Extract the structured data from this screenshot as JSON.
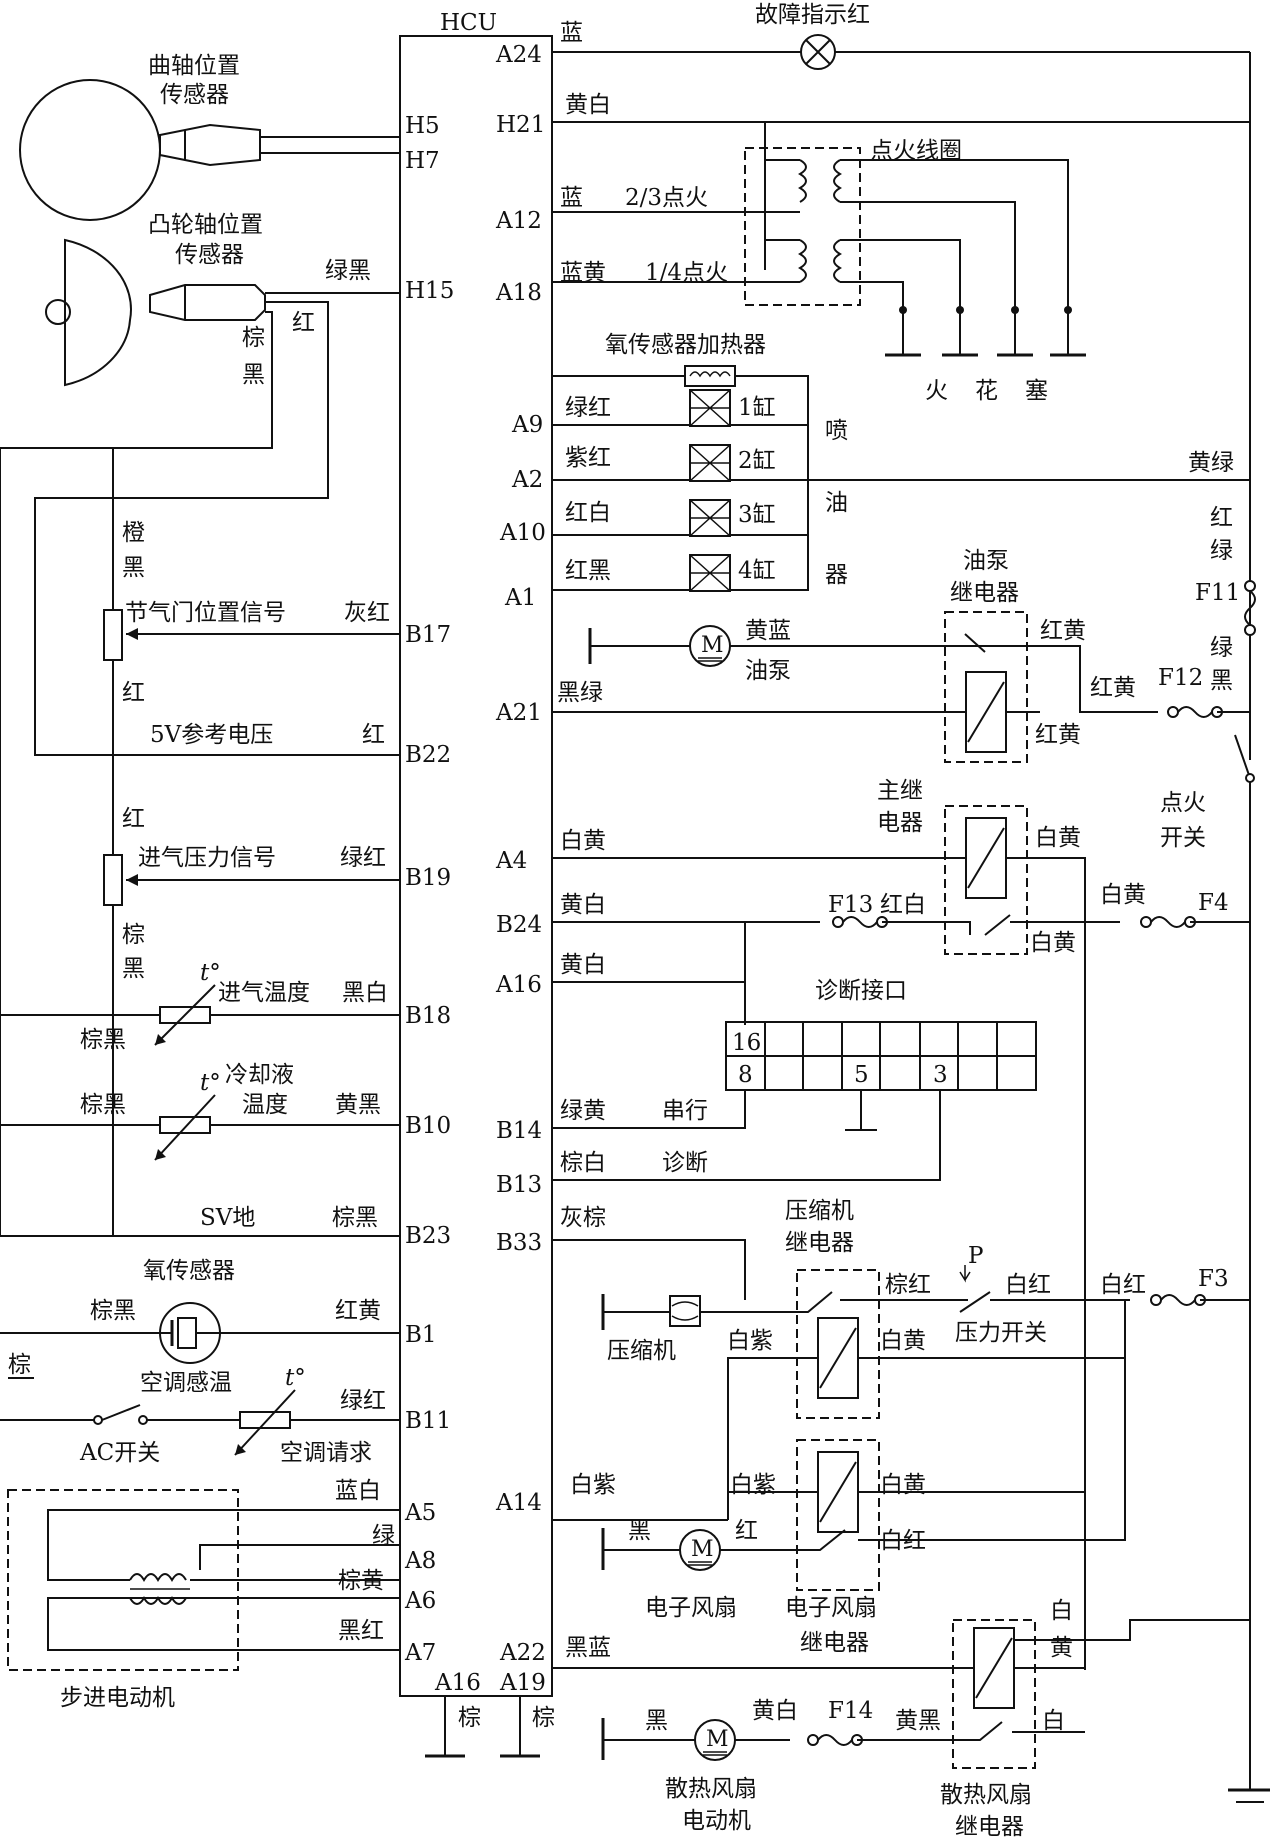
{
  "ecu": {
    "name": "HCU",
    "pins_left": [
      "H5",
      "H7",
      "H15",
      "B17",
      "B22",
      "B19",
      "B18",
      "B10",
      "B23",
      "B1",
      "B11",
      "A5",
      "A8",
      "A6",
      "A7"
    ],
    "pins_right": [
      "A24",
      "H21",
      "A12",
      "A18",
      "A9",
      "A2",
      "A10",
      "A1",
      "A21",
      "A4",
      "B24",
      "A16",
      "B14",
      "B13",
      "B33",
      "A14",
      "A22"
    ],
    "pins_bottom": [
      "A16",
      "A19"
    ]
  },
  "left": {
    "crank": [
      "曲轴位置",
      "传感器"
    ],
    "cam": [
      "凸轮轴位置",
      "传感器"
    ],
    "w_lvhei": "绿黑",
    "w_hong": "红",
    "w_zong": "棕",
    "w_hei": "黑",
    "w_cheng": "橙",
    "w_chenghei": "黑",
    "tps": "节气门位置信号",
    "w_huihong": "灰红",
    "w_hong2": "红",
    "ref5v": "5V参考电压",
    "w_hong3": "红",
    "w_hong4": "红",
    "map": "进气压力信号",
    "w_lvhong": "绿红",
    "w_zong2": "棕",
    "w_hei2": "黑",
    "t_sym": "t°",
    "iat": "进气温度",
    "w_heibai": "黑白",
    "w_zonghei": "棕黑",
    "ect1": "冷却液",
    "ect2": "温度",
    "w_huanghei": "黄黑",
    "w_zonghei2": "棕黑",
    "gnd": "SV地",
    "w_zonghei3": "棕黑",
    "o2": "氧传感器",
    "w_zonghei4": "棕黑",
    "w_honghuang": "红黄",
    "w_zong3": "棕",
    "ac_temp": "空调感温",
    "w_lvhong2": "绿红",
    "ac_sw": "AC开关",
    "ac_req": "空调请求",
    "w_lanbai": "蓝白",
    "w_lv": "绿",
    "w_zonghuang": "棕黄",
    "w_heihong": "黑红",
    "stepper": "步进电动机",
    "b_zong": "棕",
    "b_zong2": "棕"
  },
  "right": {
    "fault": "故障指示红",
    "w_lan": "蓝",
    "w_huangbai": "黄白",
    "coil": "点火线圈",
    "w_lan2": "蓝",
    "ign23": "2/3点火",
    "w_lanhuang": "蓝黄",
    "ign14": "1/4点火",
    "plugs": [
      "火",
      "花",
      "塞"
    ],
    "o2heat": "氧传感器加热器",
    "inj_wires": [
      "绿红",
      "紫红",
      "红白",
      "红黑"
    ],
    "inj_cyl": [
      "1缸",
      "2缸",
      "3缸",
      "4缸"
    ],
    "inj": [
      "喷",
      "油",
      "器"
    ],
    "w_huanglv": "黄绿",
    "pump": "油泵",
    "w_huanglan": "黄蓝",
    "w_heilv": "黑绿",
    "pr": [
      "油泵",
      "继电器"
    ],
    "w_honghuang": "红黄",
    "w_honghuang2": "红黄",
    "w_honghuang3": "红黄",
    "f11": "F11",
    "w_hong": "红",
    "w_lv": "绿",
    "w_lv2": "绿",
    "w_hei": "黑",
    "f12": "F12",
    "ign_sw": [
      "点火",
      "开关"
    ],
    "mr": [
      "主继",
      "电器"
    ],
    "w_baihuang": "白黄",
    "w_baihuang2": "白黄",
    "w_baihuang3": "白黄",
    "w_baihuang4": "白黄",
    "w_huangbai2": "黄白",
    "f13": "F13",
    "w_hongbai": "红白",
    "f4": "F4",
    "w_huangbai3": "黄白",
    "diag": "诊断接口",
    "diag_pins": [
      "16",
      "8",
      "5",
      "3"
    ],
    "w_lvhuang": "绿黄",
    "serial": "串行",
    "w_zongbai": "棕白",
    "diagnose": "诊断",
    "w_huizong": "灰棕",
    "cr": [
      "压缩机",
      "继电器"
    ],
    "w_zonghong": "棕红",
    "p": "P",
    "w_baihong": "白红",
    "w_baihong2": "白红",
    "f3": "F3",
    "comp": "压缩机",
    "w_baizi": "白紫",
    "w_baihuang5": "白黄",
    "psw": "压力开关",
    "w_baizi2": "白紫",
    "w_baizi3": "白紫",
    "w_baihuang6": "白黄",
    "w_hei2": "黑",
    "w_hong2": "红",
    "w_baihong3": "白红",
    "efan": "电子风扇",
    "efr": [
      "电子风扇",
      "继电器"
    ],
    "w_heilan": "黑蓝",
    "w_bai": "白",
    "w_huang": "黄",
    "w_hei3": "黑",
    "w_huangbai4": "黄白",
    "f14": "F14",
    "w_huanghei": "黄黑",
    "w_bai2": "白",
    "cfan": [
      "散热风扇",
      "电动机"
    ],
    "cfr": [
      "散热风扇",
      "继电器"
    ],
    "m": "M"
  }
}
